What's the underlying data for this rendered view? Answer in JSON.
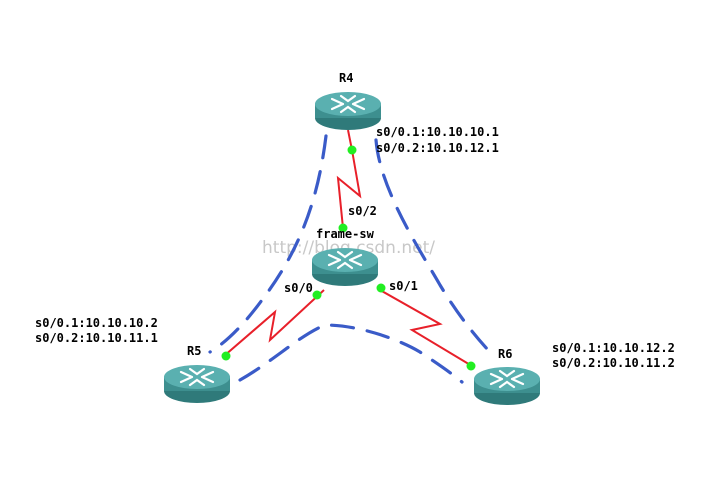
{
  "colors": {
    "link": "#e8202a",
    "port_dot": "#22ee22",
    "dashed_path": "#3a5bc8",
    "router_body": "#3d8f8f",
    "router_top": "#4fa6a6",
    "router_icon": "#ffffff"
  },
  "icon_names": {
    "router": "router-icon"
  },
  "routers": {
    "r4": {
      "name": "R4"
    },
    "frame_sw": {
      "name": "frame-sw"
    },
    "r5": {
      "name": "R5"
    },
    "r6": {
      "name": "R6"
    }
  },
  "interfaces": {
    "r4_sub1": "s0/0.1:10.10.10.1",
    "r4_sub2": "s0/0.2:10.10.12.1",
    "r5_sub1": "s0/0.1:10.10.10.2",
    "r5_sub2": "s0/0.2:10.10.11.1",
    "r6_sub1": "s0/0.1:10.10.12.2",
    "r6_sub2": "s0/0.2:10.10.11.2",
    "sw_s0_0": "s0/0",
    "sw_s0_1": "s0/1",
    "sw_s0_2": "s0/2"
  },
  "watermark": "http://blog.csdn.net/"
}
